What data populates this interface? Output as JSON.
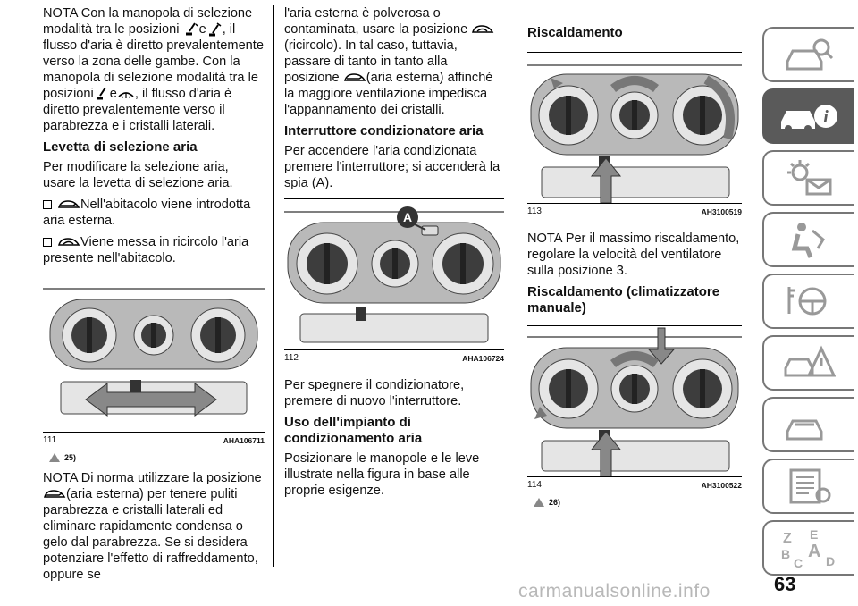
{
  "col1": {
    "p1": [
      "NOTA  Con la manopola di selezione modalità tra le posizioni",
      "e",
      ", il flusso d'aria è diretto prevalentemente verso la zona delle gambe. Con la manopola di selezione modalità tra le posizioni",
      "e",
      ", il flusso d'aria è diretto prevalentemente verso il parabrezza e i cristalli laterali."
    ],
    "h_levetta": "Levetta di selezione aria",
    "p_levetta": "Per modificare la selezione aria, usare la levetta di selezione aria.",
    "bullet1": "Nell'abitacolo viene introdotta aria esterna.",
    "bullet2": "Viene messa in ricircolo l'aria presente nell'abitacolo.",
    "fig_num": "111",
    "fig_code": "AHA106711",
    "warn": "25)",
    "p_nota": [
      "NOTA  Di norma utilizzare la posizione",
      "(aria esterna) per tenere puliti parabrezza e cristalli laterali ed eliminare rapidamente condensa o gelo dal parabrezza. Se si desidera potenziare l'effetto di raffreddamento, oppure se"
    ]
  },
  "col2": {
    "p1": [
      "l'aria esterna è polverosa o contaminata, usare la posizione",
      "(ricircolo). In tal caso, tuttavia, passare di tanto in tanto alla posizione",
      "(aria esterna) affinché la maggiore ventilazione impedisca l'appannamento dei cristalli."
    ],
    "h_interruttore": "Interruttore condizionatore aria",
    "p_interruttore": "Per accendere l'aria condizionata premere l'interruttore; si accenderà la spia (A).",
    "fig_label": "A",
    "fig_num": "112",
    "fig_code": "AHA106724",
    "p_spegnere": "Per spegnere il condizionatore, premere di nuovo l'interruttore.",
    "h_uso": "Uso dell'impianto di condizionamento aria",
    "p_uso": "Posizionare le manopole e le leve illustrate nella figura in base alle proprie esigenze."
  },
  "col3": {
    "h_risc": "Riscaldamento",
    "fig1_num": "113",
    "fig1_code": "AH3100519",
    "p_nota": "NOTA  Per il massimo riscaldamento, regolare la velocità del ventilatore sulla posizione 3.",
    "h_risc_clima": "Riscaldamento (climatizzatore manuale)",
    "fig2_num": "114",
    "fig2_code": "AH3100522",
    "warn": "26)"
  },
  "tabs": [
    "car-search-icon",
    "car-info-icon",
    "warning-lights-icon",
    "airbag-seat-icon",
    "steering-key-icon",
    "car-warning-triangle-icon",
    "car-service-icon",
    "technical-data-icon",
    "alphabetical-index-icon"
  ],
  "page_number": "63",
  "watermark": "carmanualsonline.info"
}
